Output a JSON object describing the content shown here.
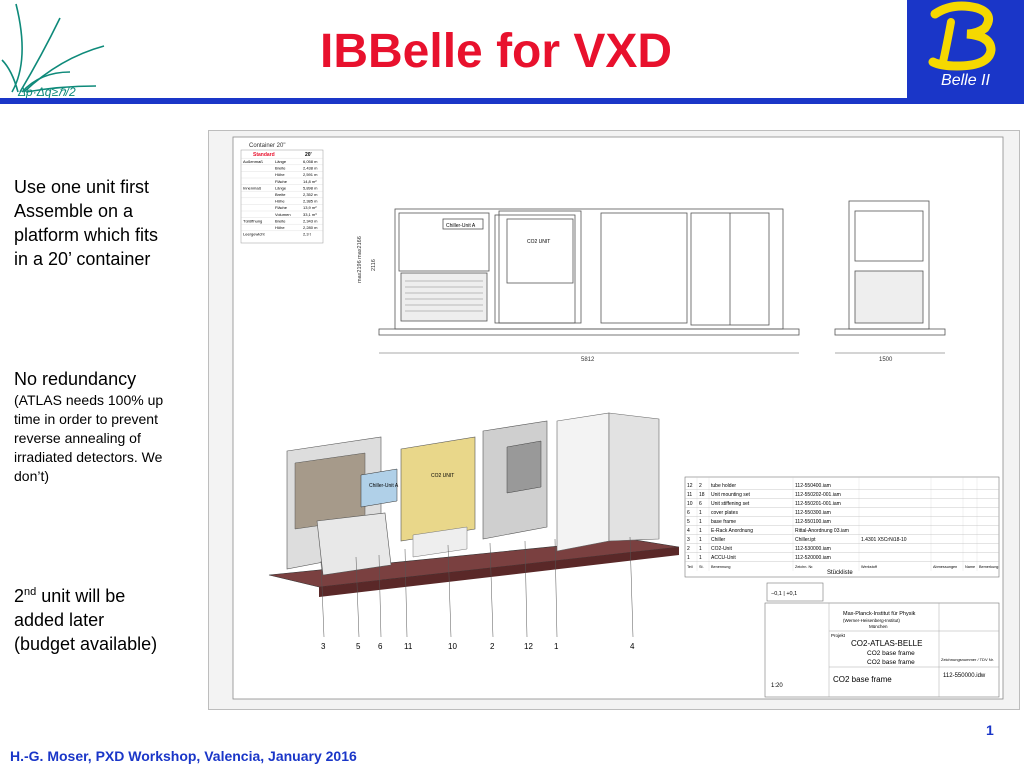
{
  "slide": {
    "title": "IBBelle for VXD",
    "brand_color": "#1a36c8",
    "title_color": "#e8112d",
    "logo_left_script": "Δp·Δq≥ℏ/2",
    "logo_right_text": "Belle II",
    "footer": "H.-G. Moser,  PXD Workshop, Valencia, January 2016",
    "page_number": "1"
  },
  "left_panel": {
    "block1": [
      "Use one unit first",
      "Assemble on a",
      "platform which fits",
      "in a 20’ container"
    ],
    "block2_head": "No redundancy",
    "block2_body": [
      "(ATLAS needs 100% up",
      "time in order to prevent",
      "reverse annealing of",
      "irradiated detectors. We",
      "don’t)"
    ],
    "block3_line1_pre": "2",
    "block3_line1_sup": "nd",
    "block3_line1_post": " unit will be",
    "block3_lines": [
      "added later",
      "(budget available)"
    ]
  },
  "drawing": {
    "container_title": "Container 20\"",
    "container_table": {
      "header": [
        "Standard",
        "",
        "20'"
      ],
      "rows": [
        [
          "Außenmaß",
          "Länge",
          "6,058 m"
        ],
        [
          "",
          "Breite",
          "2,438 m"
        ],
        [
          "",
          "Höhe",
          "2,591 m"
        ],
        [
          "",
          "Fläche",
          "14,8 m²"
        ],
        [
          "Innenmaß",
          "Länge",
          "5,898 m"
        ],
        [
          "",
          "Breite",
          "2,352 m"
        ],
        [
          "",
          "Höhe",
          "2,385 m"
        ],
        [
          "",
          "Fläche",
          "13,9 m²"
        ],
        [
          "",
          "Volumen",
          "33,1 m³"
        ],
        [
          "Türöffnung",
          "Breite",
          "2,343 m"
        ],
        [
          "",
          "Höhe",
          "2,280 m"
        ],
        [
          "Leergewicht",
          "",
          "2,3 t"
        ]
      ]
    },
    "dimensions": {
      "height_main": "max2196 max2166",
      "height_side": "2116",
      "length": "5812",
      "depth": "1500"
    },
    "front_labels": {
      "chiller": "Chiller-Unit A",
      "co2": "CO2 UNIT"
    },
    "iso_labels": {
      "chiller": "Chiller-Unit A",
      "co2": "CO2 UNIT"
    },
    "callouts": [
      "3",
      "5",
      "6",
      "11",
      "10",
      "2",
      "12",
      "1",
      "4"
    ],
    "parts_list": [
      [
        "12",
        "2",
        "tube holder",
        "112-550400.iam",
        "",
        ""
      ],
      [
        "11",
        "18",
        "Unit mounting set",
        "112-550202-001.iam",
        "",
        ""
      ],
      [
        "10",
        "6",
        "Unit stiffening set",
        "112-550201-001.iam",
        "",
        ""
      ],
      [
        "6",
        "1",
        "cover plates",
        "112-550300.iam",
        "",
        ""
      ],
      [
        "5",
        "1",
        "base frame",
        "112-550100.iam",
        "",
        ""
      ],
      [
        "4",
        "1",
        "E-Rack Anordnung",
        "Rittal-Anordnung 03.iam",
        "",
        ""
      ],
      [
        "3",
        "1",
        "Chiller",
        "Chiller.ipt",
        "1.4301 X5CrNi18-10",
        ""
      ],
      [
        "2",
        "1",
        "CO2-Unit",
        "112-530000.iam",
        "",
        ""
      ],
      [
        "1",
        "1",
        "ACCU-Unit",
        "112-520000.iam",
        "",
        ""
      ]
    ],
    "parts_header": [
      "Teil",
      "St.",
      "Benennung",
      "Zeichn. Nr.",
      "Werkstoff",
      "Abmessungen",
      "Name",
      "Bemerkung"
    ],
    "parts_caption": "Stückliste",
    "tolerance": "−0,1 | +0,1",
    "institute": "Max-Planck-Institut für Physik",
    "institute_sub": "(Werner-Heisenberg-Institut)",
    "institute_city": "München",
    "project_label": "Projekt",
    "project": "CO2-ATLAS-BELLE",
    "subtitle1": "CO2 base frame",
    "subtitle2": "CO2 base frame",
    "title_block_name": "CO2 base frame",
    "scale": "1:20",
    "drawing_number": "112-550000.idw",
    "drawing_number_label": "Zeichnungsnummer / TDV Nr."
  }
}
